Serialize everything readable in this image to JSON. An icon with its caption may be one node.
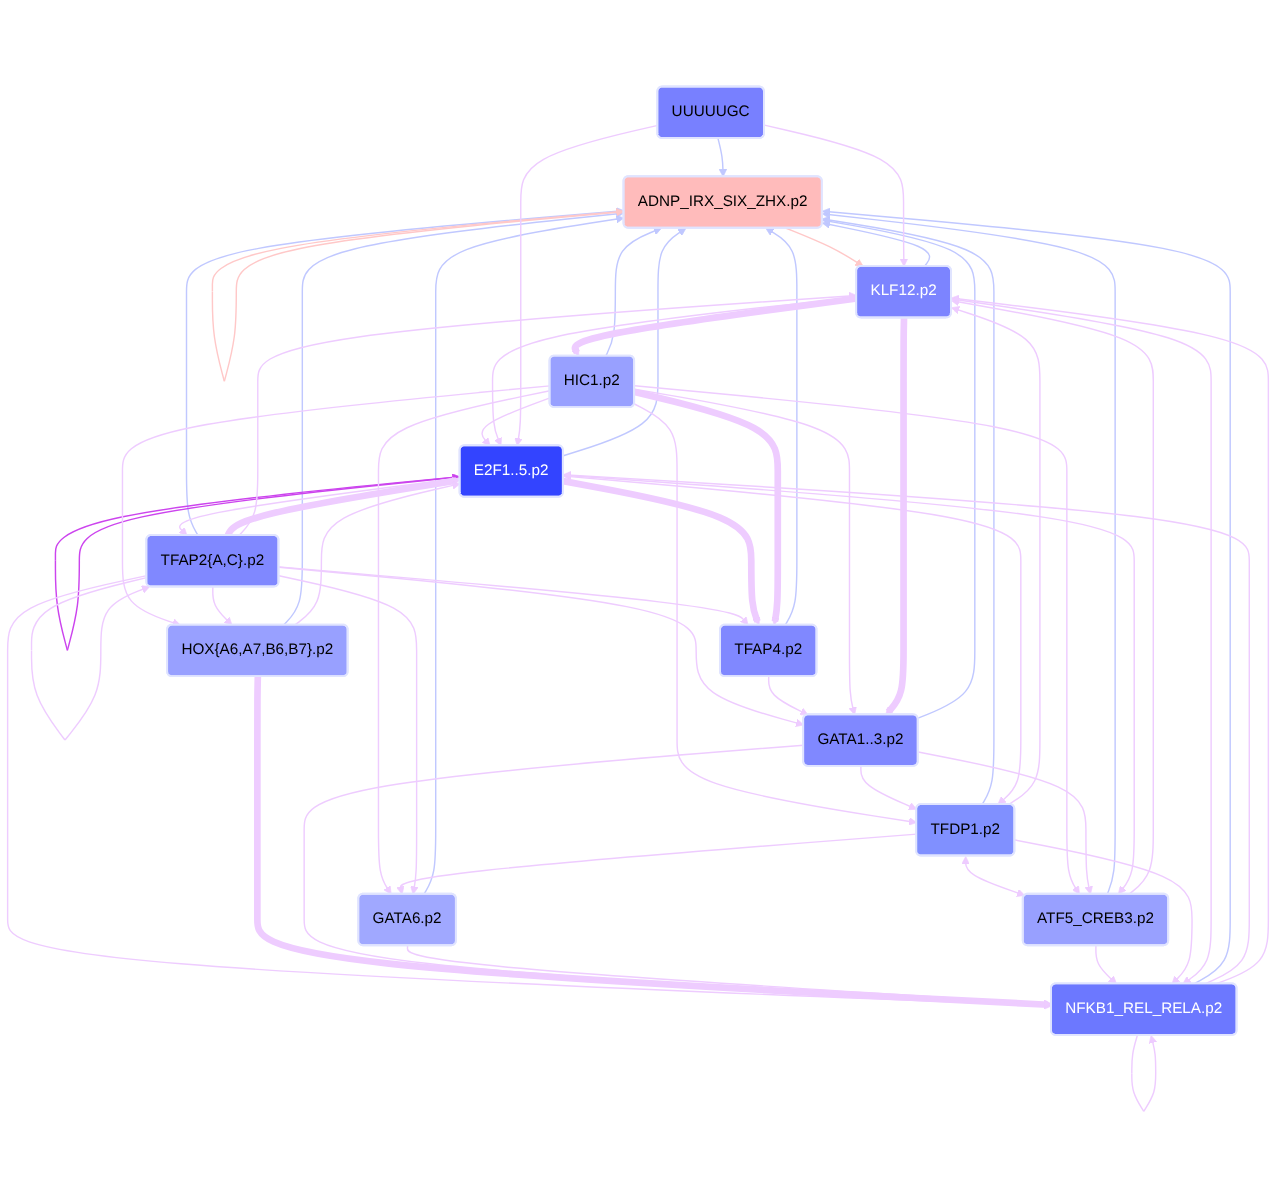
{
  "diagram": {
    "nodes": [
      {
        "text": [
          "ADNP_IRX_SIX_ZHX.p2"
        ]
      },
      {
        "text": [
          "TFDP1.p2"
        ]
      },
      {
        "text": [
          "ATF5_CREB3.p2"
        ]
      },
      {
        "text": [
          "TFAP2{A,C}.p2"
        ]
      },
      {
        "text": [
          "E2F1..5.p2"
        ]
      },
      {
        "text": [
          "TFAP4.p2"
        ]
      },
      {
        "text": [
          "KLF12.p2"
        ]
      },
      {
        "text": [
          "HIC1.p2"
        ]
      },
      {
        "text": [
          "UUUUUGC"
        ]
      },
      {
        "text": [
          "GATA1..3.p2"
        ]
      },
      {
        "text": [
          "HOX{A6,A7,B6,B7}.p2"
        ]
      },
      {
        "text": [
          "GATA6.p2"
        ]
      },
      {
        "text": [
          "NFKB1_REL_RELA.p2"
        ]
      }
    ],
    "edges": [
      {
        "from": 1,
        "to": 0,
        "arrow": "to",
        "color": "#c0c8ff"
      },
      {
        "from": 2,
        "to": 0,
        "arrow": "to",
        "color": "#c0c8ff"
      },
      {
        "from": 3,
        "to": 0,
        "arrow": "to",
        "color": "#c0c8ff"
      },
      {
        "from": 4,
        "to": 0,
        "arrow": "to",
        "color": "#c0c8ff"
      },
      {
        "from": 5,
        "to": 0,
        "arrow": "to",
        "color": "#c0c8ff"
      },
      {
        "from": 6,
        "to": 0,
        "arrow": "to",
        "color": "#c0c8ff"
      },
      {
        "from": 7,
        "to": 0,
        "arrow": "to",
        "color": "#c0c8ff"
      },
      {
        "from": 8,
        "to": 0,
        "arrow": "to",
        "color": "#c0c8ff"
      },
      {
        "from": 9,
        "to": 0,
        "arrow": "to",
        "color": "#c0c8ff"
      },
      {
        "from": 10,
        "to": 0,
        "arrow": "to",
        "color": "#c0c8ff"
      },
      {
        "from": 11,
        "to": 0,
        "arrow": "to",
        "color": "#c0c8ff"
      },
      {
        "from": 12,
        "to": 0,
        "arrow": "to",
        "color": "#c0c8ff"
      },
      {
        "from": 0,
        "to": 0,
        "arrow": "to",
        "color": "#ffc8c8"
      },
      {
        "from": 0,
        "to": 6,
        "arrow": "to",
        "color": "#ffc8c8"
      },
      {
        "from": 1,
        "to": 2,
        "arrow": "both"
      },
      {
        "from": 1,
        "to": 4,
        "arrow": "both"
      },
      {
        "from": 2,
        "to": 4,
        "arrow": "both"
      },
      {
        "from": 4,
        "to": 4,
        "arrow": "to",
        "color": "#cc44ee"
      },
      {
        "from": 3,
        "to": 3,
        "arrow": "to"
      },
      {
        "from": 3,
        "to": 4,
        "arrow": "to",
        "style": "thick"
      },
      {
        "from": 3,
        "to": 5,
        "arrow": "to"
      },
      {
        "from": 3,
        "to": 6,
        "arrow": "to"
      },
      {
        "from": 3,
        "to": 9,
        "arrow": "to"
      },
      {
        "from": 3,
        "to": 12,
        "arrow": "to"
      },
      {
        "from": 4,
        "to": 5,
        "arrow": "to",
        "style": "thick"
      },
      {
        "from": 4,
        "to": 3,
        "arrow": "to"
      },
      {
        "from": 7,
        "to": 5,
        "arrow": "to",
        "style": "thick"
      },
      {
        "from": 5,
        "to": 9,
        "arrow": "to"
      },
      {
        "from": 7,
        "to": 1,
        "arrow": "to"
      },
      {
        "from": 7,
        "to": 2,
        "arrow": "to"
      },
      {
        "from": 7,
        "to": 4,
        "arrow": "to"
      },
      {
        "from": 7,
        "to": 9,
        "arrow": "to"
      },
      {
        "from": 7,
        "to": 10,
        "arrow": "to"
      },
      {
        "from": 7,
        "to": 11,
        "arrow": "to"
      },
      {
        "from": 6,
        "to": 4,
        "arrow": "to"
      },
      {
        "from": 6,
        "to": 7,
        "arrow": "to",
        "style": "thick"
      },
      {
        "from": 6,
        "to": 9,
        "arrow": "to",
        "style": "thick"
      },
      {
        "from": 2,
        "to": 6,
        "arrow": "to"
      },
      {
        "from": 1,
        "to": 6,
        "arrow": "to"
      },
      {
        "from": 8,
        "to": 6,
        "arrow": "to"
      },
      {
        "from": 8,
        "to": 4,
        "arrow": "to"
      },
      {
        "from": 10,
        "to": 4,
        "arrow": "to"
      },
      {
        "from": 10,
        "to": 12,
        "arrow": "to",
        "style": "thick"
      },
      {
        "from": 9,
        "to": 1,
        "arrow": "to"
      },
      {
        "from": 9,
        "to": 2,
        "arrow": "to"
      },
      {
        "from": 9,
        "to": 12,
        "arrow": "to"
      },
      {
        "from": 11,
        "to": 12,
        "arrow": "to"
      },
      {
        "from": 12,
        "to": 12,
        "arrow": "to"
      },
      {
        "from": 12,
        "to": 4,
        "arrow": "to"
      },
      {
        "from": 12,
        "to": 6,
        "arrow": "to"
      },
      {
        "from": 2,
        "to": 12,
        "arrow": "to"
      },
      {
        "from": 1,
        "to": 12,
        "arrow": "to"
      },
      {
        "from": 1,
        "to": 11,
        "arrow": "to"
      },
      {
        "from": 6,
        "to": 12,
        "arrow": "to"
      },
      {
        "from": 3,
        "to": 11,
        "arrow": "to"
      },
      {
        "from": 3,
        "to": 10,
        "arrow": "to"
      }
    ]
  }
}
